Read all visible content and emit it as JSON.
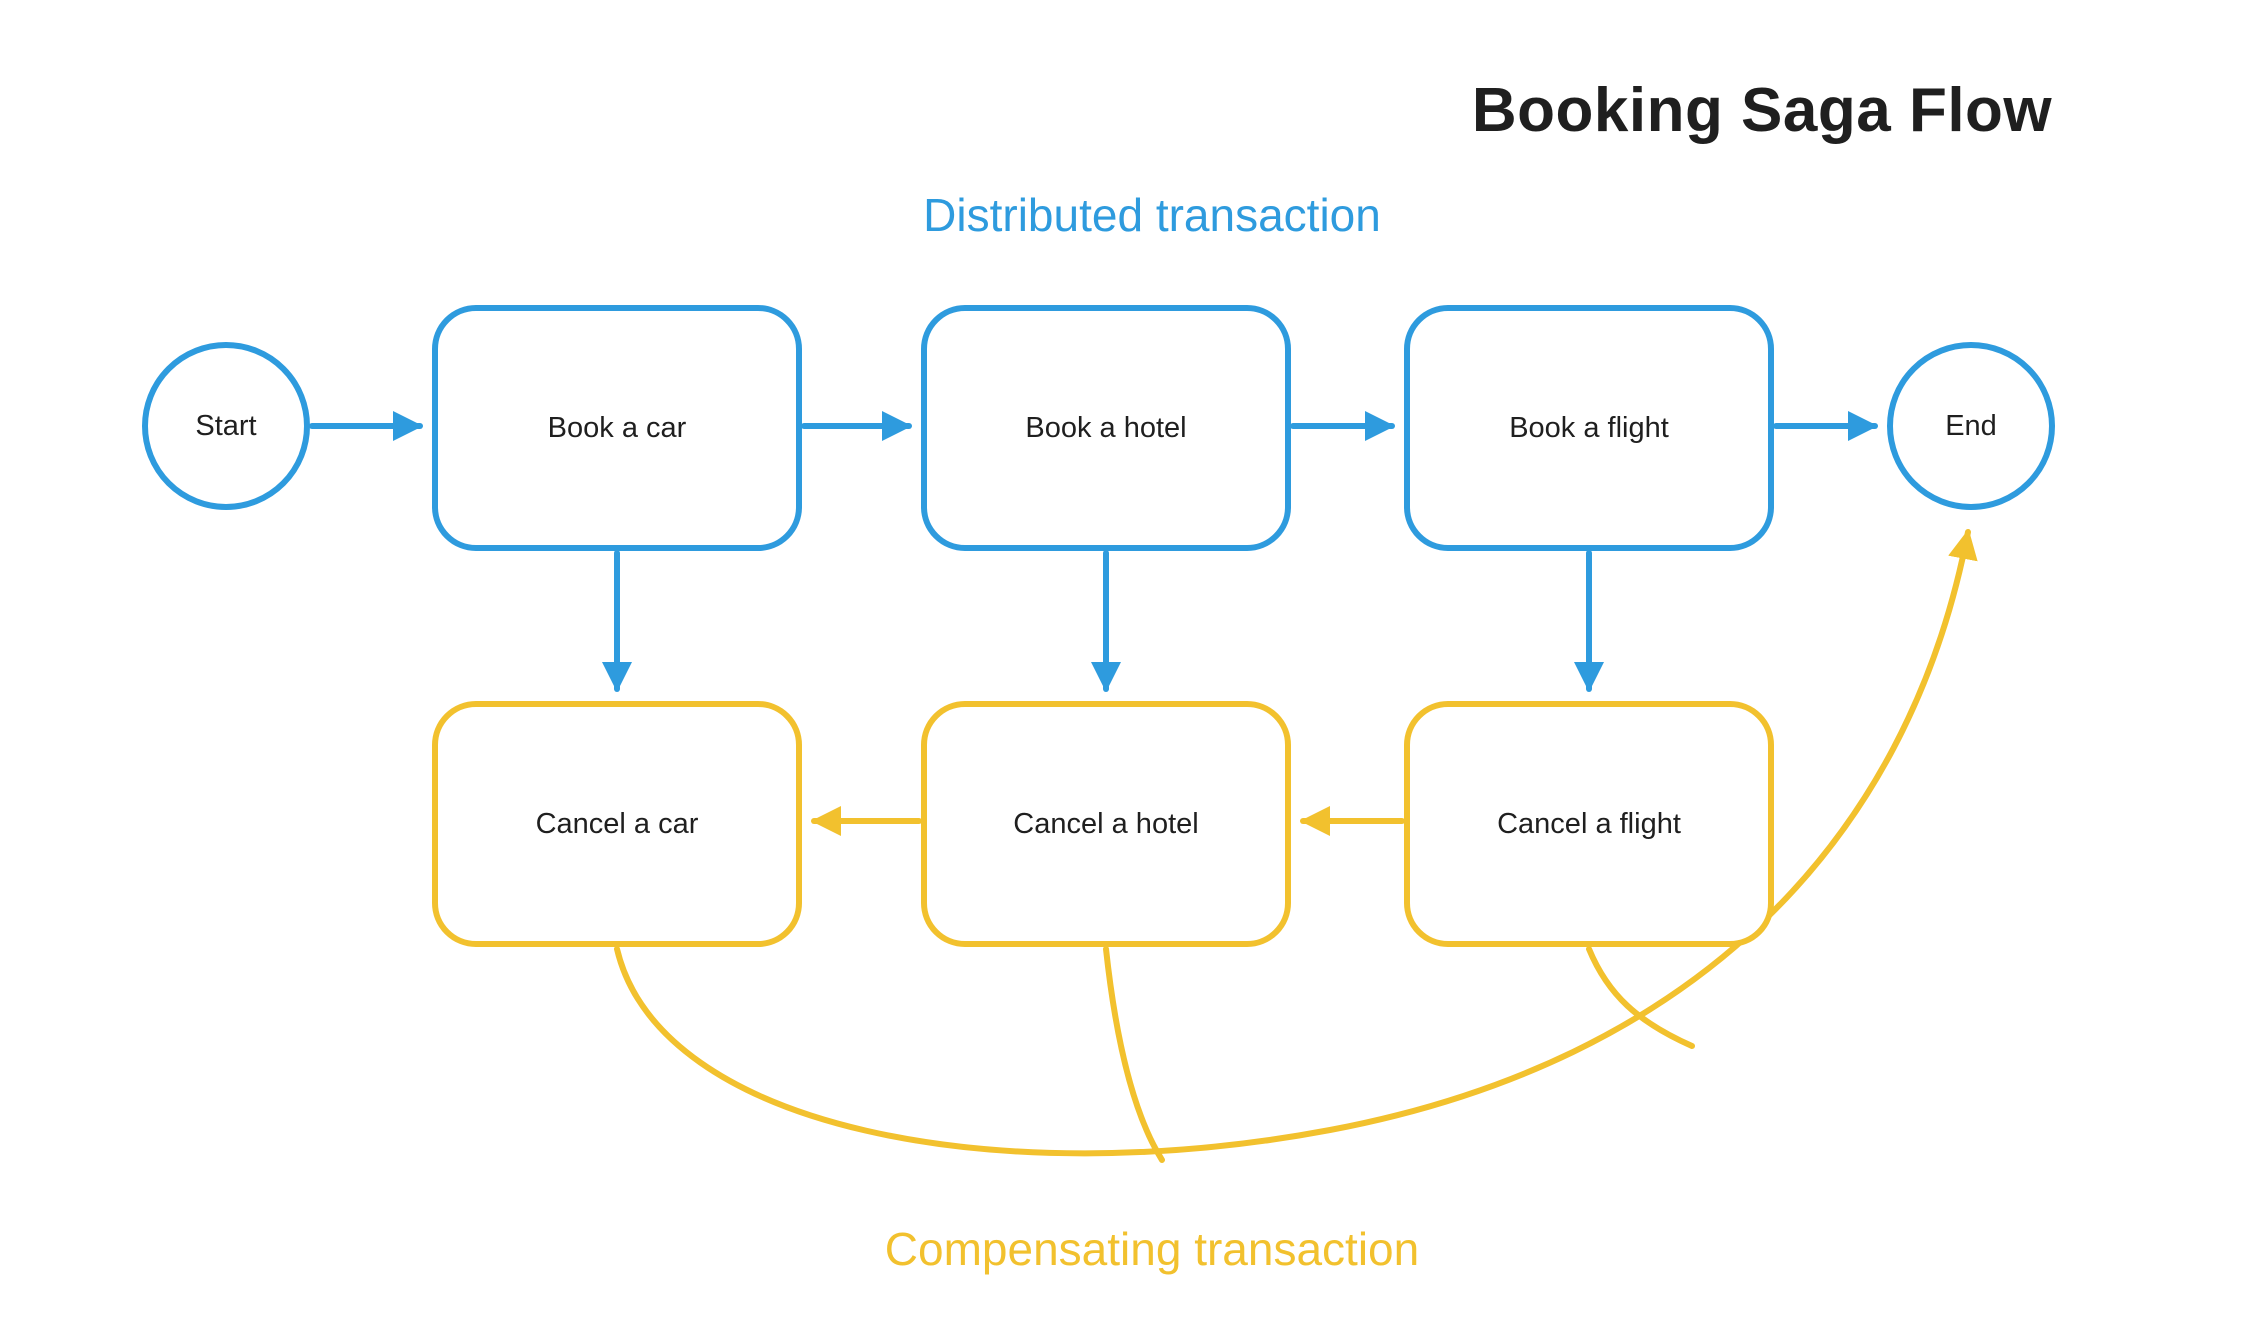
{
  "title": "Booking Saga Flow",
  "labels": {
    "distributed": "Distributed transaction",
    "compensating": "Compensating transaction"
  },
  "colors": {
    "blue": "#2E9BDE",
    "yellow": "#F2C12E",
    "text": "#1f1f1f"
  },
  "nodes": {
    "start": "Start",
    "end": "End",
    "book_car": "Book a car",
    "book_hotel": "Book a hotel",
    "book_flight": "Book a flight",
    "cancel_car": "Cancel a car",
    "cancel_hotel": "Cancel a hotel",
    "cancel_flight": "Cancel a flight"
  },
  "edges": [
    {
      "from": "Start",
      "to": "Book a car",
      "type": "distributed"
    },
    {
      "from": "Book a car",
      "to": "Book a hotel",
      "type": "distributed"
    },
    {
      "from": "Book a hotel",
      "to": "Book a flight",
      "type": "distributed"
    },
    {
      "from": "Book a flight",
      "to": "End",
      "type": "distributed"
    },
    {
      "from": "Book a car",
      "to": "Cancel a car",
      "type": "distributed"
    },
    {
      "from": "Book a hotel",
      "to": "Cancel a hotel",
      "type": "distributed"
    },
    {
      "from": "Book a flight",
      "to": "Cancel a flight",
      "type": "distributed"
    },
    {
      "from": "Cancel a flight",
      "to": "Cancel a hotel",
      "type": "compensating"
    },
    {
      "from": "Cancel a hotel",
      "to": "Cancel a car",
      "type": "compensating"
    },
    {
      "from": "Cancel a car",
      "to": "End",
      "type": "compensating"
    },
    {
      "from": "Cancel a hotel",
      "to": "End",
      "type": "compensating"
    },
    {
      "from": "Cancel a flight",
      "to": "End",
      "type": "compensating"
    }
  ]
}
